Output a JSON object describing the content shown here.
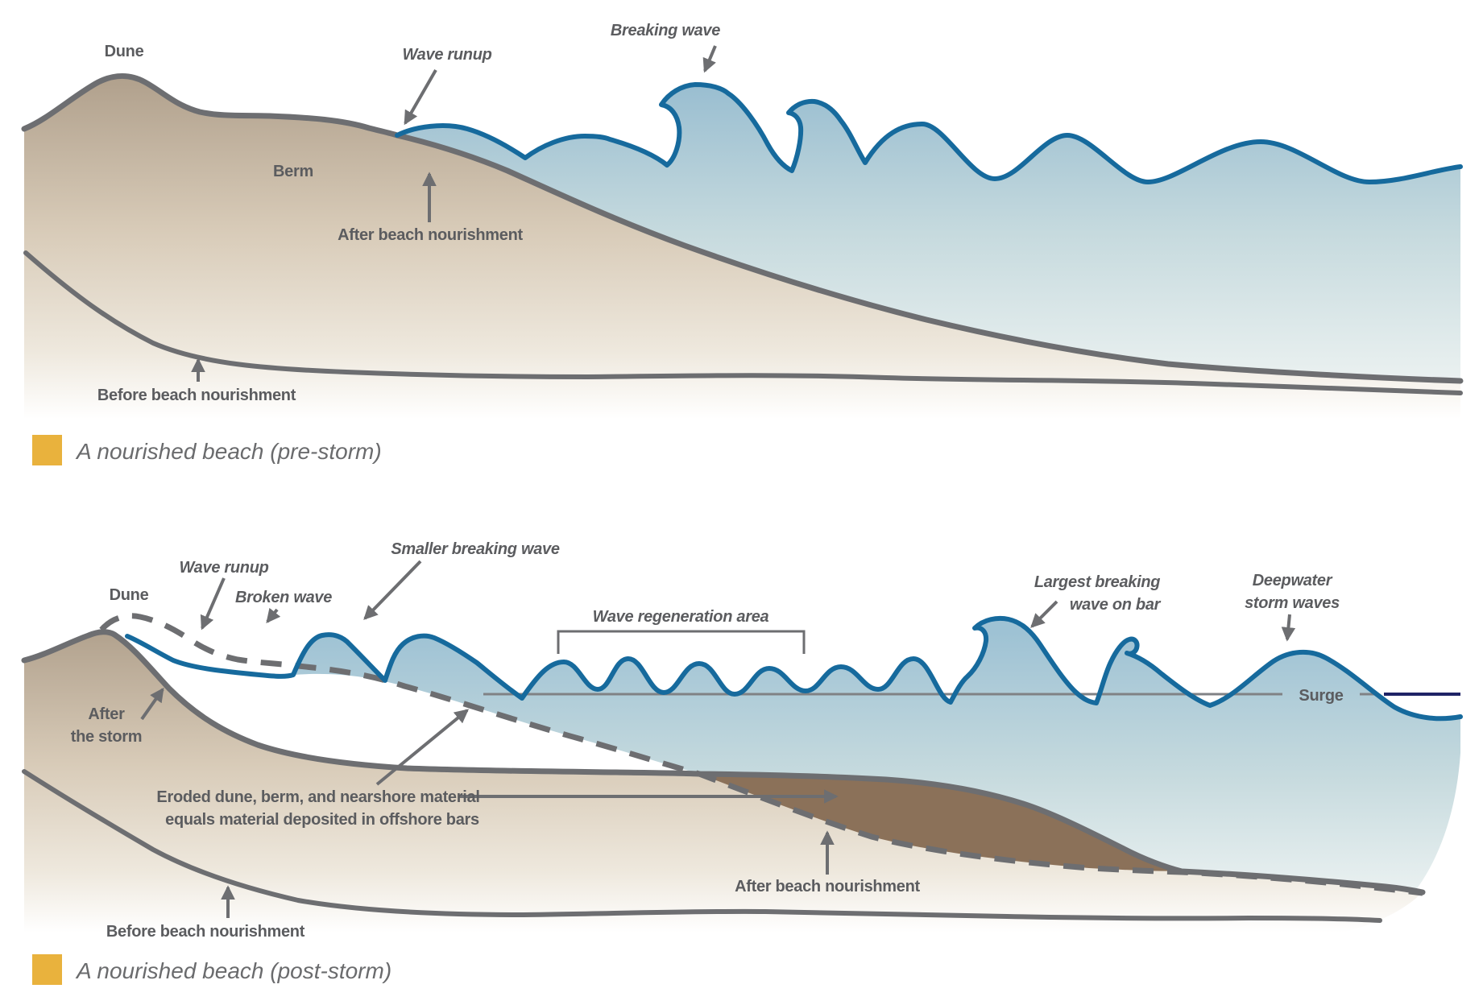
{
  "figure": {
    "title": "Beach nourishment pre-storm and post-storm profiles",
    "panel_pre_storm": {
      "labels": {
        "dune": "Dune",
        "wave_runup": "Wave runup",
        "breaking_wave": "Breaking wave",
        "berm": "Berm",
        "after_nourishment": "After beach nourishment",
        "before_nourishment": "Before beach nourishment"
      },
      "caption": "A nourished beach (pre-storm)"
    },
    "panel_post_storm": {
      "labels": {
        "dune": "Dune",
        "wave_runup": "Wave runup",
        "broken_wave": "Broken wave",
        "smaller_breaking_wave": "Smaller breaking wave",
        "wave_regeneration_area": "Wave regeneration area",
        "largest_breaking_line1": "Largest breaking",
        "largest_breaking_line2": "wave on bar",
        "deepwater_line1": "Deepwater",
        "deepwater_line2": "storm waves",
        "surge": "Surge",
        "after_storm_line1": "After",
        "after_storm_line2": "the storm",
        "eroded_line1": "Eroded dune, berm, and nearshore material",
        "eroded_line2": "equals material deposited in offshore bars",
        "after_nourishment": "After beach nourishment",
        "before_nourishment": "Before beach nourishment"
      },
      "caption": "A nourished beach (post-storm)"
    },
    "colors": {
      "sand_dark": "#b0a08c",
      "sand_light": "#eee8dd",
      "water_deep": "#98bdd0",
      "water_light": "#ecf2f1",
      "wave_stroke": "#166a9d",
      "line_gray": "#6d6e71",
      "label_gray": "#5b5c5f",
      "surge_navy": "#1f2366",
      "offshore_bar_brown": "#8b7159",
      "legend_square": "#e9b23d"
    }
  }
}
